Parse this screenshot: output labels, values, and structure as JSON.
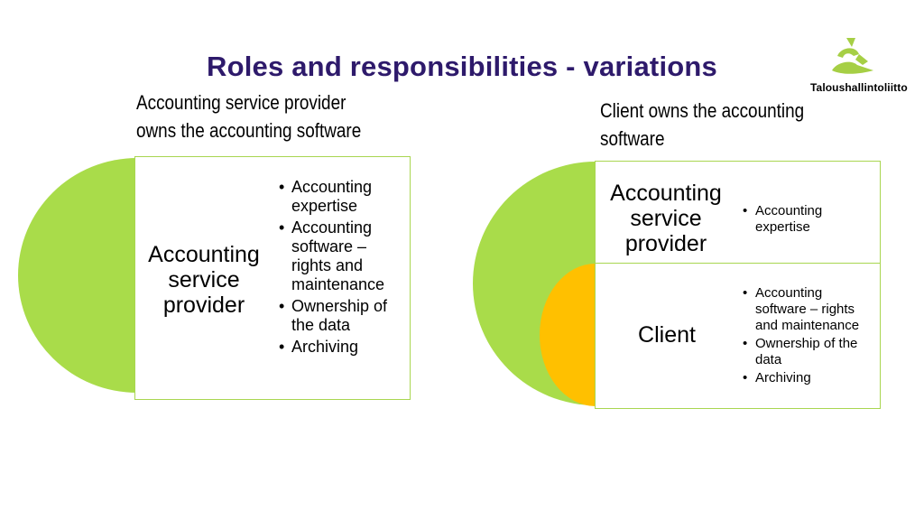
{
  "title": "Roles and responsibilities - variations",
  "logo": {
    "name": "Taloushallintoliitto",
    "color": "#a6cf45"
  },
  "colors": {
    "green": "#a9dc4a",
    "yellow": "#ffc000",
    "border": "#a9d651",
    "title": "#2e1a6b"
  },
  "left": {
    "heading_line1": "Accounting service provider",
    "heading_line2": "owns the accounting software",
    "role_line1": "Accounting",
    "role_line2": "service",
    "role_line3": "provider",
    "items_lines": [
      [
        "Accounting",
        "expertise"
      ],
      [
        "Accounting",
        "software –",
        "rights and",
        "maintenance"
      ],
      [
        "Ownership of",
        "the data"
      ],
      [
        "Archiving"
      ]
    ]
  },
  "right": {
    "heading_line1": "Client owns the accounting",
    "heading_line2": "software",
    "provider": {
      "role_line1": "Accounting",
      "role_line2": "service",
      "role_line3": "provider",
      "items_lines": [
        [
          "Accounting",
          "expertise"
        ]
      ]
    },
    "client": {
      "role": "Client",
      "items_lines": [
        [
          "Accounting",
          "software – rights",
          "and maintenance"
        ],
        [
          "Ownership of the",
          "data"
        ],
        [
          "Archiving"
        ]
      ]
    }
  }
}
